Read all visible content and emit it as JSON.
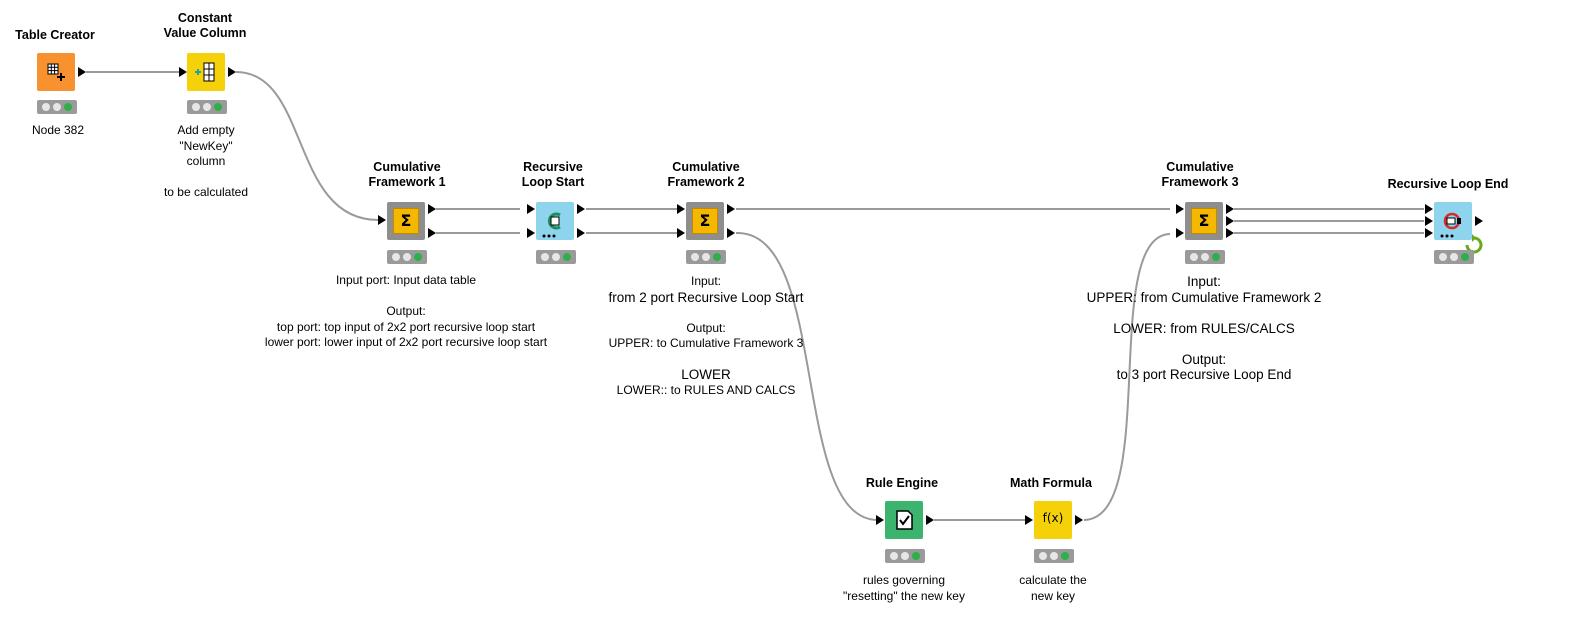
{
  "nodes": {
    "table_creator": {
      "title": [
        "Table Creator"
      ],
      "annotation": [
        "Node 382"
      ]
    },
    "constant_value_column": {
      "title": [
        "Constant",
        "Value Column"
      ],
      "annotation": [
        "Add empty",
        "\"NewKey\"",
        "column",
        "",
        "to be calculated"
      ]
    },
    "cumulative_framework_1": {
      "title": [
        "Cumulative",
        "Framework 1"
      ],
      "annotation": [
        "Input port:  Input data table",
        "",
        "Output:",
        "top port: top input of 2x2 port recursive loop start",
        "lower port: lower input of 2x2 port recursive loop start"
      ]
    },
    "recursive_loop_start": {
      "title": [
        "Recursive",
        "Loop Start"
      ],
      "annotation": []
    },
    "cumulative_framework_2": {
      "title": [
        "Cumulative",
        "Framework 2"
      ],
      "annotation": [
        "Input:",
        "from 2 port Recursive Loop Start",
        "",
        "Output:",
        "UPPER: to Cumulative Framework 3",
        "",
        "LOWER",
        "LOWER:: to RULES AND CALCS"
      ]
    },
    "cumulative_framework_3": {
      "title": [
        "Cumulative",
        "Framework 3"
      ],
      "annotation": [
        "Input:",
        "UPPER:  from Cumulative Framework 2",
        "",
        "LOWER: from RULES/CALCS",
        "",
        "Output:",
        "to 3 port Recursive Loop End"
      ]
    },
    "recursive_loop_end": {
      "title": [
        "Recursive Loop End"
      ],
      "annotation": []
    },
    "rule_engine": {
      "title": [
        "Rule Engine"
      ],
      "annotation": [
        "rules governing",
        "\"resetting\" the new key"
      ]
    },
    "math_formula": {
      "title": [
        "Math Formula"
      ],
      "annotation": [
        "calculate the",
        "new key"
      ]
    }
  },
  "icons": {
    "table_creator": "table-plus-icon",
    "constant_value_column": "column-plus-icon",
    "cumulative_framework": "sigma-icon",
    "recursive_loop_start": "loop-start-icon",
    "recursive_loop_end": "loop-end-icon",
    "rule_engine": "checkbox-document-icon",
    "math_formula": "fx-icon",
    "fx_text": "f(x)",
    "sigma_text": "Σ"
  },
  "colors": {
    "source_node": "#f7922f",
    "manipulator_node": "#f5d10a",
    "metanode": "#8e8e8e",
    "loop_node": "#8dd4ec",
    "rule_node": "#3cb46e",
    "status_green": "#2db04a",
    "connection": "#9a9a9a"
  }
}
